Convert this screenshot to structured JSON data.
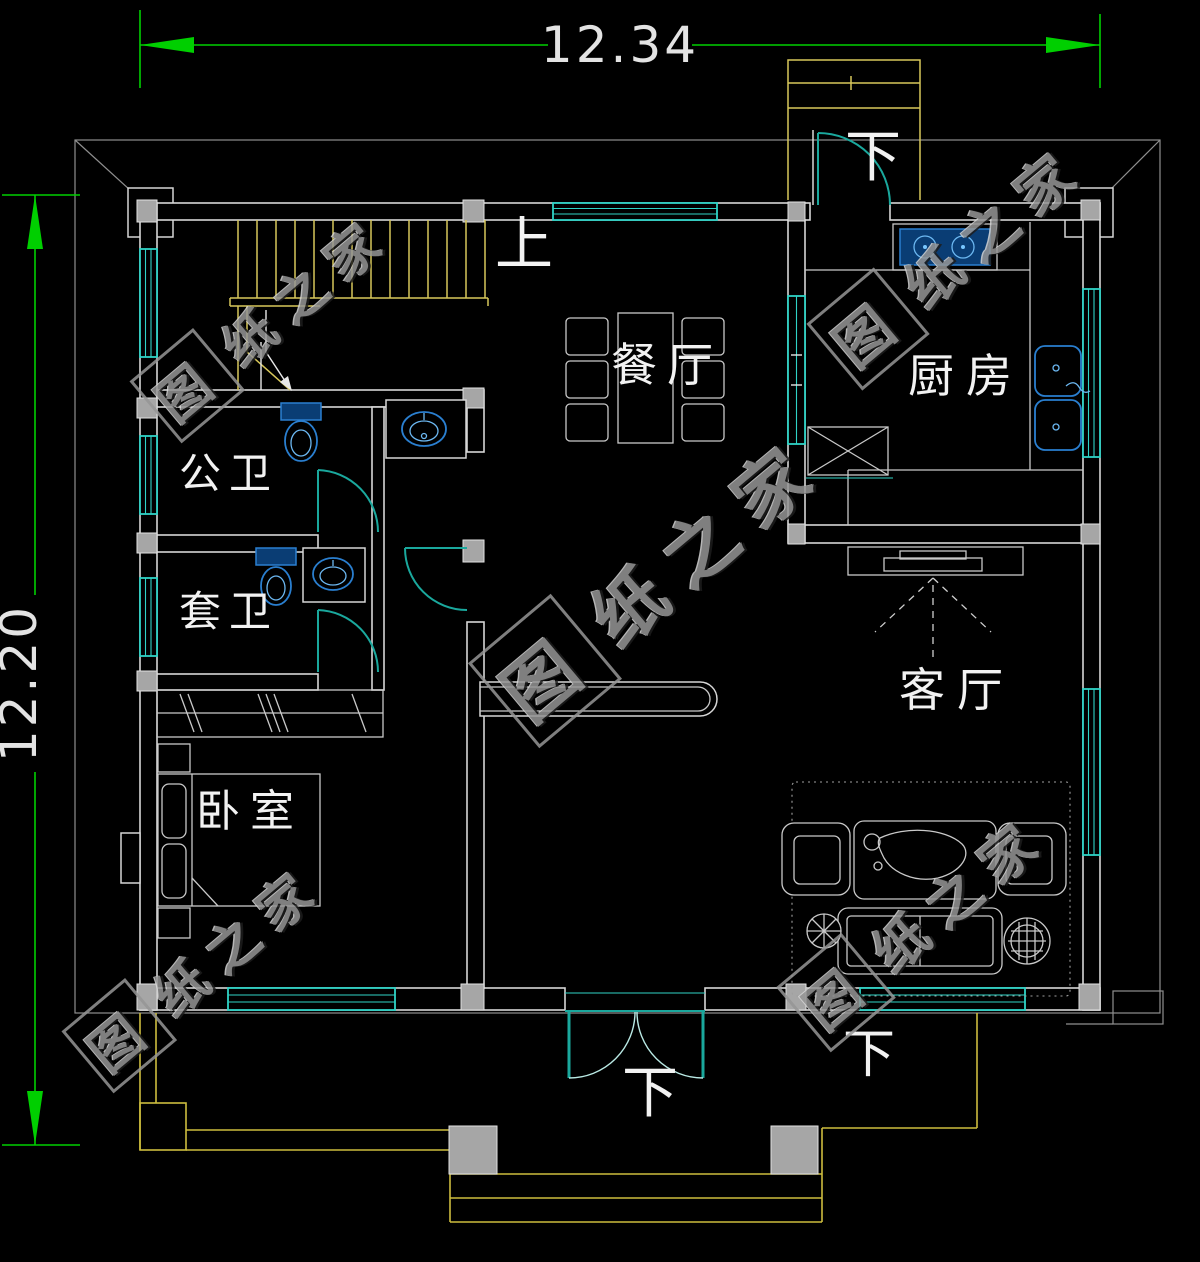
{
  "dimensions": {
    "top": {
      "value": "12.34"
    },
    "left": {
      "value": "12.20"
    }
  },
  "rooms": {
    "dining": {
      "label": "餐厅"
    },
    "kitchen": {
      "label": "厨房"
    },
    "public_bath": {
      "label": "公卫"
    },
    "ensuite_bath": {
      "label": "套卫"
    },
    "bedroom": {
      "label": "卧室"
    },
    "living": {
      "label": "客厅"
    }
  },
  "stairs": {
    "up_label": "上",
    "down_label_kitchen": "下",
    "down_label_entry": "下",
    "down_label_side": "下"
  },
  "watermark": {
    "text": "图纸之家",
    "boxed_char": "图",
    "tail": "纸之家"
  },
  "colors": {
    "background": "#000000",
    "wall": "#d6d6d6",
    "eave": "#8f8f8f",
    "post": "#a6a6a6",
    "post_border": "#e2e2e2",
    "window": "#2fd3c6",
    "door": "#1aa89d",
    "stair_yellow": "#d7c75a",
    "porch_yellow": "#cdbd3e",
    "dimension": "#00cf00",
    "dim_text": "#e3e3e3",
    "label": "#f2f2f2",
    "fixture": "#2a7fd0",
    "fixture_dark": "#0a3d74",
    "furniture": "#c9c9c9",
    "watermark": "#969696"
  }
}
